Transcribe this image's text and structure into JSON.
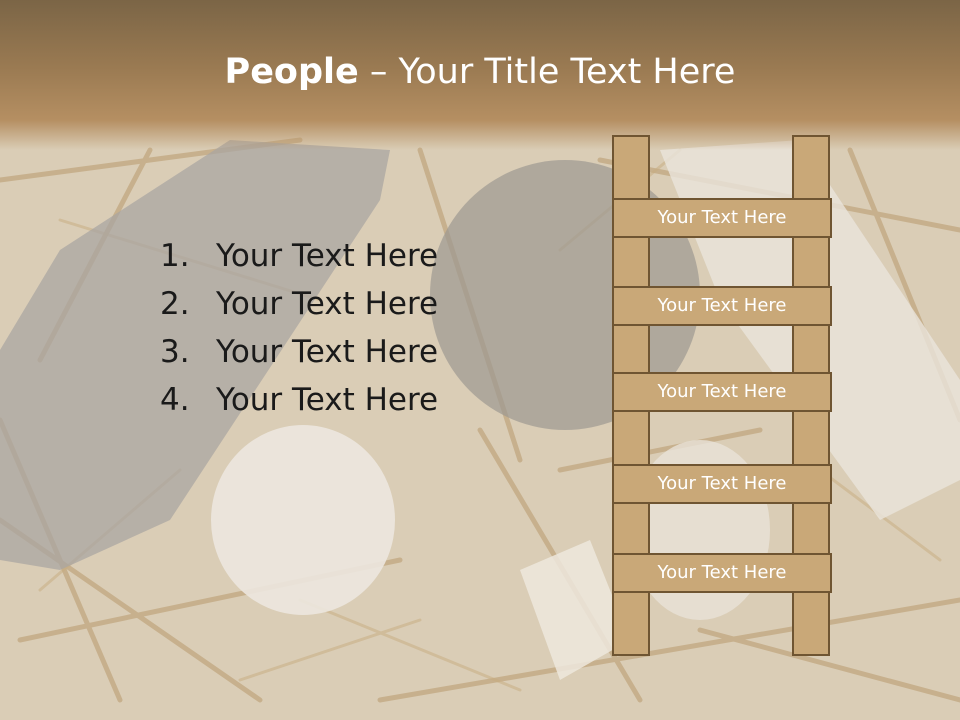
{
  "slide": {
    "title_bold": "People",
    "title_rest": " – Your Title Text Here",
    "list_items": [
      {
        "num": "1.",
        "text": "Your Text Here"
      },
      {
        "num": "2.",
        "text": "Your Text Here"
      },
      {
        "num": "3.",
        "text": "Your Text Here"
      },
      {
        "num": "4.",
        "text": "Your Text Here"
      }
    ],
    "ladder_rungs": [
      "Your Text Here",
      "Your Text Here",
      "Your Text Here",
      "Your Text Here",
      "Your Text Here"
    ]
  },
  "colors": {
    "title_band": "#9a7a52",
    "ladder_fill": "#c9a878",
    "ladder_border": "#6f5532",
    "list_text": "#1a1a1a"
  },
  "background_image": "straw-with-goat-cheese-photo"
}
